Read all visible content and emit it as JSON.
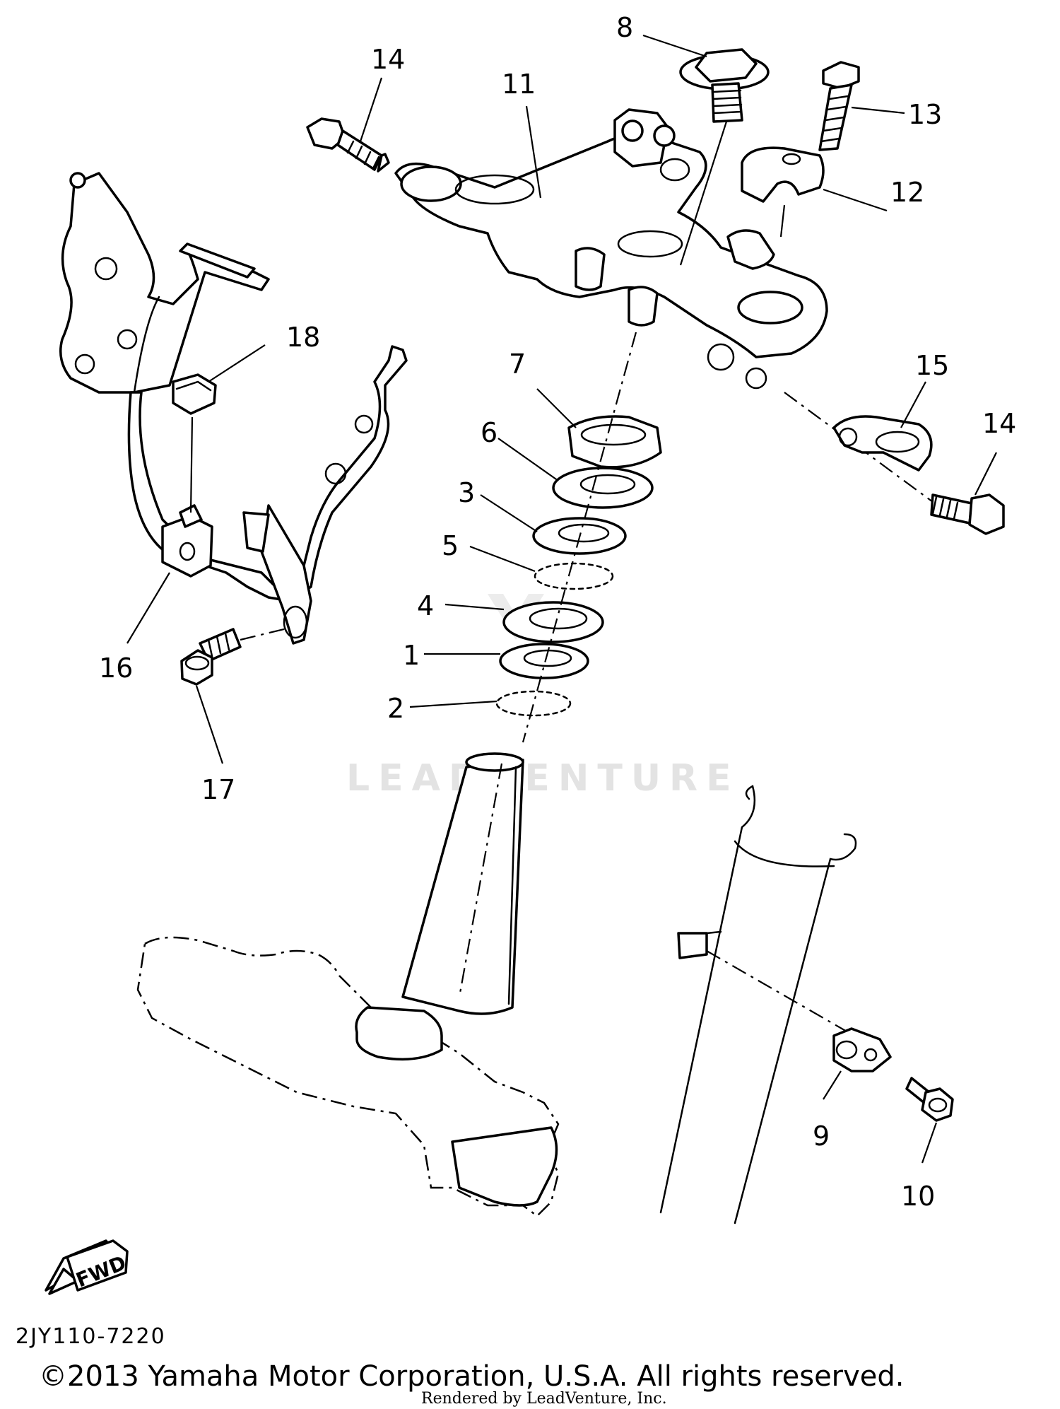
{
  "diagram": {
    "callouts": [
      "1",
      "2",
      "3",
      "4",
      "5",
      "6",
      "7",
      "8",
      "9",
      "10",
      "11",
      "12",
      "13",
      "14",
      "14",
      "15",
      "16",
      "17",
      "18"
    ],
    "fwd_label": "FWD",
    "drawing_code": "2JY110-7220",
    "watermark": "LEADVENTURE",
    "copyright": "©2013 Yamaha Motor Corporation, U.S.A. All rights reserved.",
    "rendered_by": "Rendered by LeadVenture, Inc."
  }
}
